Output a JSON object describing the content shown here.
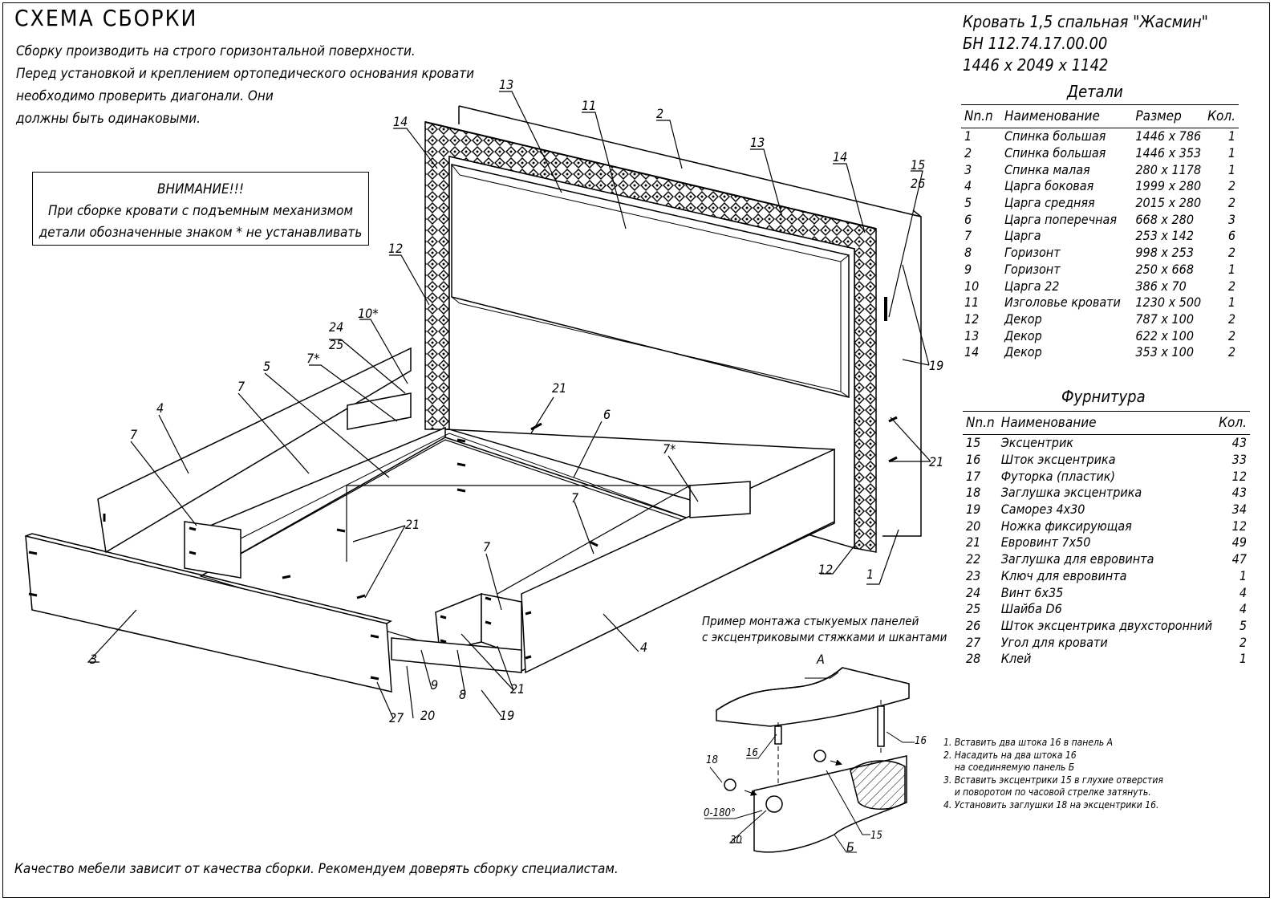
{
  "title": "СХЕМА СБОРКИ",
  "intro": [
    "Сборку производить на строго горизонтальной поверхности.",
    "Перед установкой и креплением ортопедического основания кровати",
    "необходимо проверить диагонали. Они",
    "должны быть одинаковыми."
  ],
  "warning": {
    "heading": "ВНИМАНИЕ!!!",
    "line1": "При сборке кровати с подъемным механизмом",
    "line2": "детали обозначенные знаком * не устанавливать"
  },
  "product": {
    "name": "Кровать 1,5 спальная \"Жасмин\"",
    "code": "БН 112.74.17.00.00",
    "size": "1446 x 2049 x 1142"
  },
  "parts_title": "Детали",
  "parts_headers": {
    "num": "Nn.n",
    "name": "Наименование",
    "size": "Размер",
    "qty": "Кол."
  },
  "parts": [
    {
      "num": "1",
      "name": "Спинка большая",
      "size": "1446 x 786",
      "qty": "1"
    },
    {
      "num": "2",
      "name": "Спинка большая",
      "size": "1446 x 353",
      "qty": "1"
    },
    {
      "num": "3",
      "name": "Спинка малая",
      "size": "280 x 1178",
      "qty": "1"
    },
    {
      "num": "4",
      "name": "Царга боковая",
      "size": "1999 x 280",
      "qty": "2"
    },
    {
      "num": "5",
      "name": "Царга средняя",
      "size": "2015 x 280",
      "qty": "2"
    },
    {
      "num": "6",
      "name": "Царга поперечная",
      "size": "668 x 280",
      "qty": "3"
    },
    {
      "num": "7",
      "name": "Царга",
      "size": "253 x 142",
      "qty": "6"
    },
    {
      "num": "8",
      "name": "Горизонт",
      "size": "998 x 253",
      "qty": "2"
    },
    {
      "num": "9",
      "name": "Горизонт",
      "size": "250 x 668",
      "qty": "1"
    },
    {
      "num": "10",
      "name": "Царга 22",
      "size": "386 x 70",
      "qty": "2"
    },
    {
      "num": "11",
      "name": "Изголовье кровати",
      "size": "1230 x 500",
      "qty": "1"
    },
    {
      "num": "12",
      "name": "Декор",
      "size": "787 x 100",
      "qty": "2"
    },
    {
      "num": "13",
      "name": "Декор",
      "size": "622 x 100",
      "qty": "2"
    },
    {
      "num": "14",
      "name": "Декор",
      "size": "353 x 100",
      "qty": "2"
    }
  ],
  "hardware_title": "Фурнитура",
  "hardware_headers": {
    "num": "Nn.n",
    "name": "Наименование",
    "qty": "Кол."
  },
  "hardware": [
    {
      "num": "15",
      "name": "Эксцентрик",
      "qty": "43"
    },
    {
      "num": "16",
      "name": "Шток эксцентрика",
      "qty": "33"
    },
    {
      "num": "17",
      "name": "Футорка (пластик)",
      "qty": "12"
    },
    {
      "num": "18",
      "name": "Заглушка эксцентрика",
      "qty": "43"
    },
    {
      "num": "19",
      "name": "Саморез 4х30",
      "qty": "34"
    },
    {
      "num": "20",
      "name": "Ножка фиксирующая",
      "qty": "12"
    },
    {
      "num": "21",
      "name": "Евровинт 7х50",
      "qty": "49"
    },
    {
      "num": "22",
      "name": "Заглушка для евровинта",
      "qty": "47"
    },
    {
      "num": "23",
      "name": "Ключ для евровинта",
      "qty": "1"
    },
    {
      "num": "24",
      "name": "Винт 6х35",
      "qty": "4"
    },
    {
      "num": "25",
      "name": "Шайба D6",
      "qty": "4"
    },
    {
      "num": "26",
      "name": "Шток эксцентрика двухсторонний",
      "qty": "5"
    },
    {
      "num": "27",
      "name": "Угол для кровати",
      "qty": "2"
    },
    {
      "num": "28",
      "name": "Клей",
      "qty": "1"
    }
  ],
  "example_caption": [
    "Пример монтажа стыкуемых панелей",
    "с эксцентриковыми стяжками и шкантами"
  ],
  "steps": [
    "1. Вставить два штока 16 в панель А",
    "2. Насадить на два штока 16",
    "    на соединяемую панель Б",
    "3. Вставить эксцентрики 15 в глухие отверстия",
    "    и поворотом по часовой стрелке затянуть.",
    "4. Установить заглушки 18 на эксцентрики 16."
  ],
  "callouts": {
    "c1": "1",
    "c2": "2",
    "c3": "3",
    "c4a": "4",
    "c4b": "4",
    "c5": "5",
    "c6": "6",
    "c7a": "7",
    "c7b": "7",
    "c7c": "7",
    "c7d": "7",
    "c7s1": "7*",
    "c7s2": "7*",
    "c8": "8",
    "c9": "9",
    "c10s": "10*",
    "c11": "11",
    "c12a": "12",
    "c12b": "12",
    "c13a": "13",
    "c13b": "13",
    "c14a": "14",
    "c14b": "14",
    "c15": "15",
    "c26": "26",
    "c19a": "19",
    "c19b": "19",
    "c21a": "21",
    "c21b": "21",
    "c21c": "21",
    "c21d": "21",
    "c20": "20",
    "c24": "24",
    "c25": "25",
    "c27": "27",
    "dA": "А",
    "dB": "Б",
    "d16a": "16",
    "d16b": "16",
    "d18": "18",
    "d15": "15",
    "d30": "30",
    "dang": "0-180°"
  },
  "footer": "Качество мебели зависит от качества сборки. Рекомендуем доверять сборку специалистам."
}
